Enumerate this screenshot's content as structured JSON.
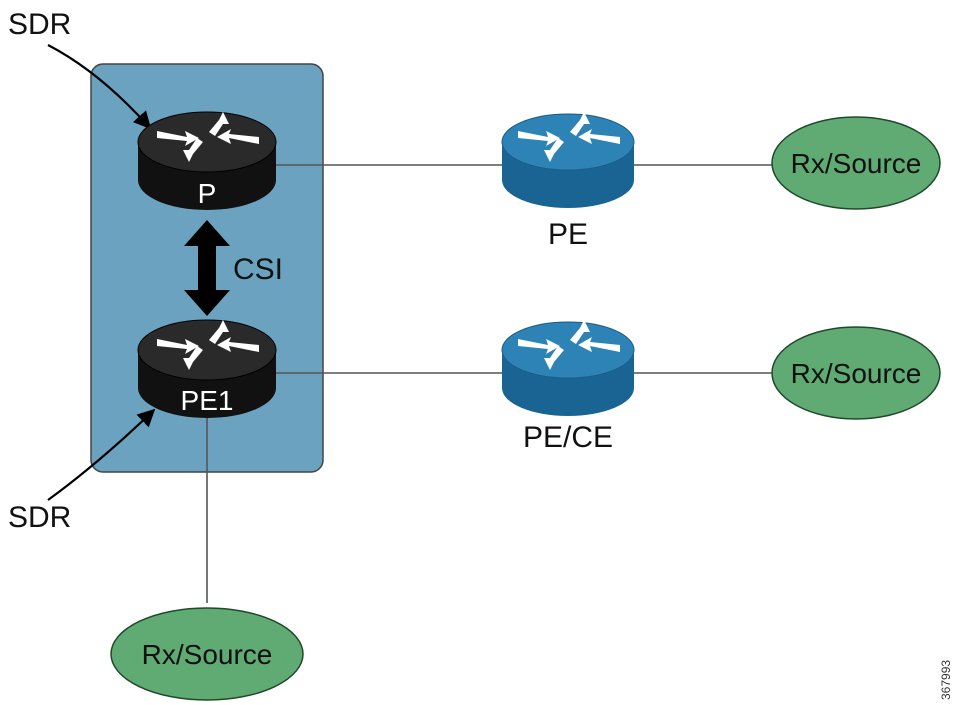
{
  "colors": {
    "sdr_box": "#6aa2c0",
    "router_black": "#111111",
    "router_blue": "#1e6e9e",
    "ellipse_green": "#5fab73",
    "link": "#555555"
  },
  "sdr_labels": {
    "top": "SDR",
    "bottom": "SDR"
  },
  "routers": {
    "p": {
      "label": "P",
      "icon": "router-icon"
    },
    "pe1": {
      "label": "PE1",
      "icon": "router-icon"
    },
    "pe": {
      "label": "PE",
      "icon": "router-icon"
    },
    "pe_ce": {
      "label": "PE/CE",
      "icon": "router-icon"
    }
  },
  "csi_label": "CSI",
  "endpoints": {
    "right_top": "Rx/Source",
    "right_bottom": "Rx/Source",
    "bottom": "Rx/Source"
  },
  "figure_id": "367993"
}
